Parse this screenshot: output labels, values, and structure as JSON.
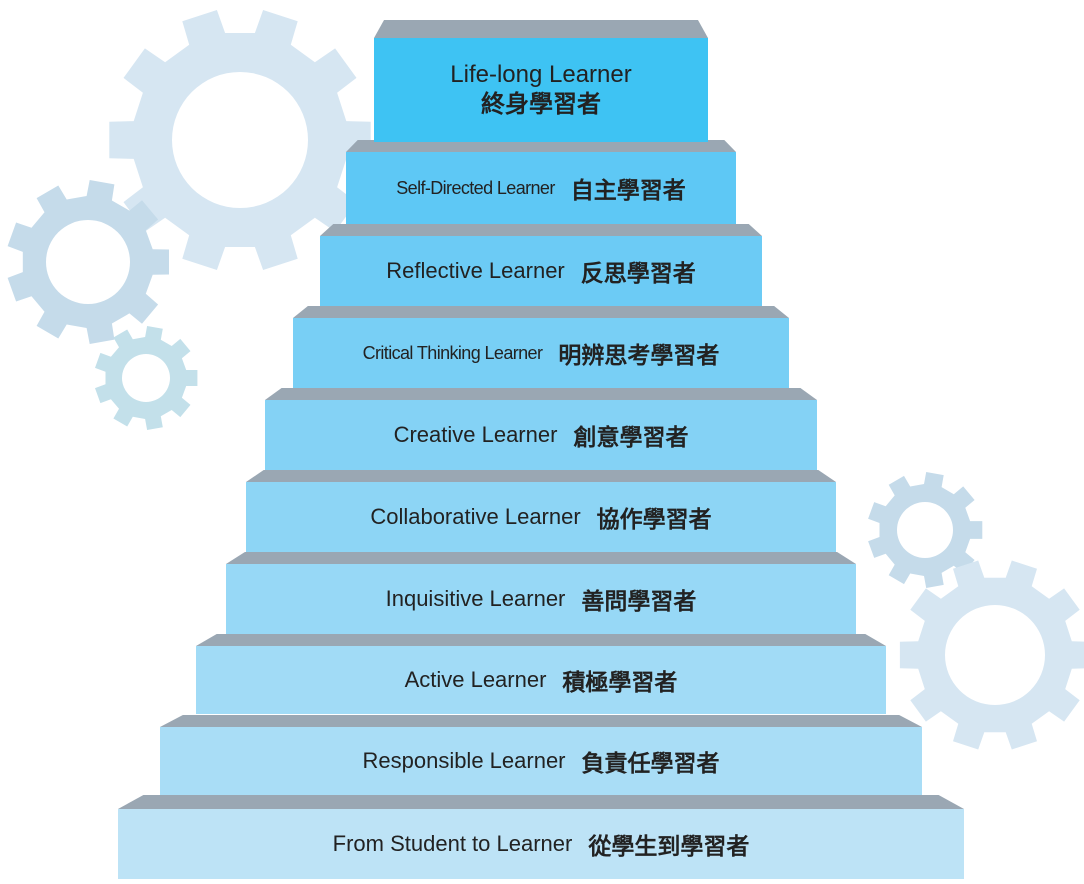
{
  "gears": {
    "color_large": "#d6e6f2",
    "color_medium": "#c5dbea",
    "color_small": "#c3e0ea"
  },
  "steps": [
    {
      "en": "From Student to Learner",
      "zh": "從學生到學習者",
      "color": "#bde3f6"
    },
    {
      "en": "Responsible Learner",
      "zh": "負責任學習者",
      "color": "#a9ddf6"
    },
    {
      "en": "Active Learner",
      "zh": "積極學習者",
      "color": "#a1dbf6"
    },
    {
      "en": "Inquisitive Learner",
      "zh": "善問學習者",
      "color": "#97d8f6"
    },
    {
      "en": "Collaborative Learner",
      "zh": "協作學習者",
      "color": "#8dd5f5"
    },
    {
      "en": "Creative Learner",
      "zh": "創意學習者",
      "color": "#84d2f5"
    },
    {
      "en": "Critical Thinking Learner",
      "zh": "明辨思考學習者",
      "color": "#78cff5"
    },
    {
      "en": "Reflective Learner",
      "zh": "反思學習者",
      "color": "#6ccbf5"
    },
    {
      "en": "Self-Directed Learner",
      "zh": "自主學習者",
      "color": "#5ec8f5"
    },
    {
      "en": "Life-long Learner",
      "zh": "終身學習者",
      "color": "#3ec3f3"
    }
  ],
  "step_top_color": "#9aa7b3"
}
